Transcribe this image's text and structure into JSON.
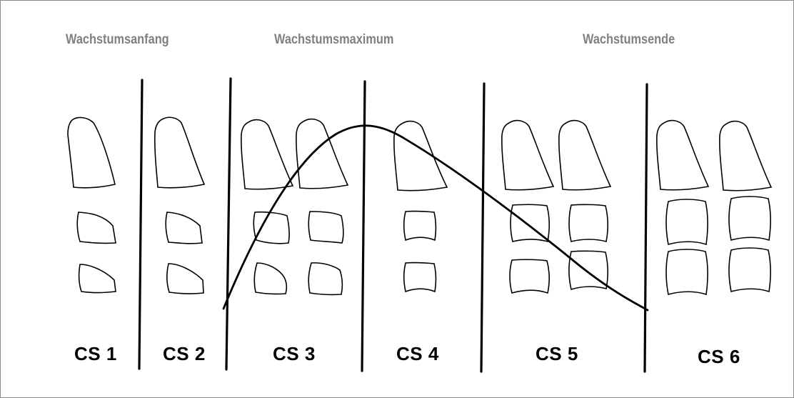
{
  "phases": {
    "start": "Wachstumsanfang",
    "maximum": "Wachstumsmaximum",
    "end": "Wachstumsende"
  },
  "stages": [
    "CS 1",
    "CS 2",
    "CS 3",
    "CS 4",
    "CS 5",
    "CS 6"
  ],
  "colors": {
    "phase_text": "#808080",
    "lines": "#000000",
    "border": "#8a8a8a"
  }
}
